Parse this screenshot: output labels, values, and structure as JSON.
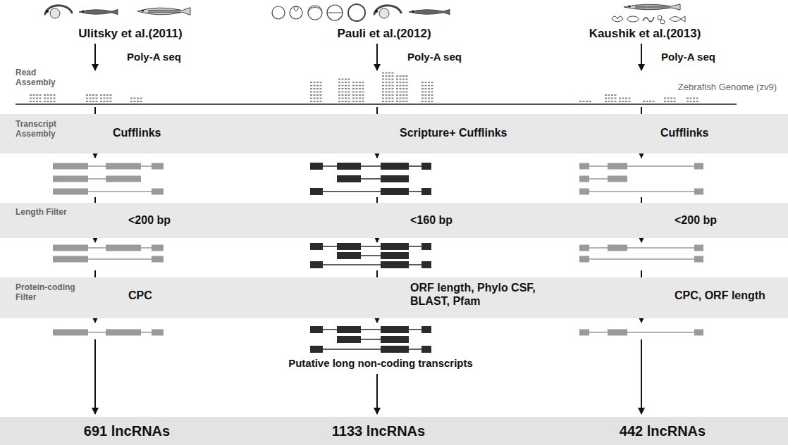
{
  "diagram": {
    "nodes": [
      {
        "text": [
          "Transcript Assembly",
          "Cufflinks",
          "Scripture+ Cufflinks",
          "Cufflinks"
        ]
      },
      {
        "text": [
          "Length Filter",
          "<200 bp",
          "<160 bp",
          "<200 bp"
        ]
      },
      {
        "text": [
          "Protein-coding Filter",
          "CPC",
          "ORF length, Phylo CSF, BLAST, Pfam",
          "CPC, ORF length"
        ]
      },
      {
        "text": [
          "691 lncRNAs",
          "1133 lncRNAs",
          "442 lncRNAs"
        ]
      }
    ],
    "labels": [
      "Ulitsky et al.(2011)",
      "Pauli et al.(2012)",
      "Kaushik et al.(2013)",
      "Poly-A seq",
      "Poly-A seq",
      "Poly-A seq",
      "Read Assembly",
      "Zebrafish Genome (zv9)",
      "Putative long non-coding transcripts"
    ]
  }
}
